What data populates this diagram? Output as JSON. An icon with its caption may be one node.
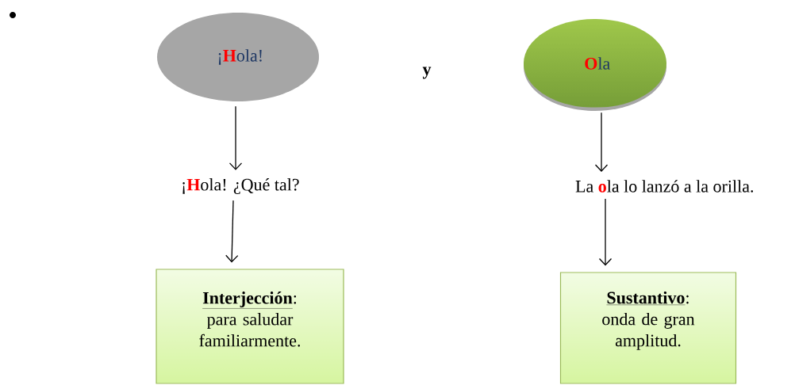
{
  "diagram": {
    "nodes": [
      {
        "text": [
          "¡**H**ola!"
        ]
      },
      {
        "text": [
          "¡**H**ola! ¿Qué tal?"
        ]
      },
      {
        "text": [
          "**Interjección**:",
          "para saludar familiarmente."
        ]
      },
      {
        "text": [
          "**O**la"
        ]
      },
      {
        "text": [
          "La **o**la lo lanzó a la orilla."
        ]
      },
      {
        "text": [
          "**Sustantivo**:",
          "onda de gran amplitud."
        ]
      }
    ],
    "edges": [
      {
        "from": 0,
        "to": 1,
        "arrow": "to"
      },
      {
        "from": 1,
        "to": 2,
        "arrow": "to"
      },
      {
        "from": 3,
        "to": 4,
        "arrow": "to"
      },
      {
        "from": 4,
        "to": 5,
        "arrow": "to"
      }
    ],
    "labels": [
      "y"
    ]
  }
}
